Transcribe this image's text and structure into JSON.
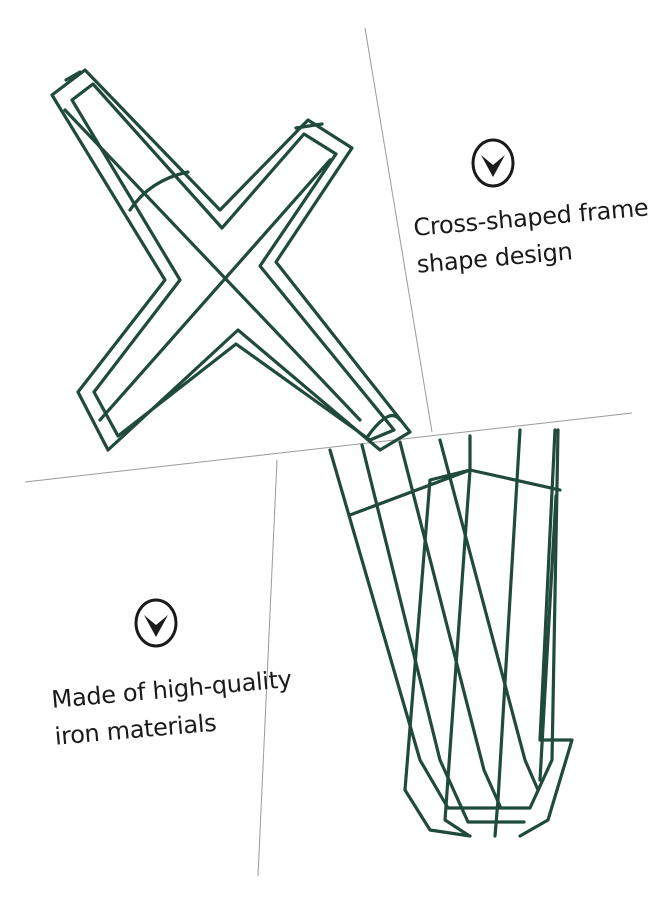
{
  "features": [
    {
      "icon": "check-chevron-icon",
      "line1": "Cross-shaped frame",
      "line2": "shape design"
    },
    {
      "icon": "check-chevron-icon",
      "line1": "Made of high-quality",
      "line2": "iron materials"
    }
  ],
  "colors": {
    "wire": "#1f4a3c",
    "divider": "#9a9a9a",
    "text": "#1a1a1a"
  }
}
